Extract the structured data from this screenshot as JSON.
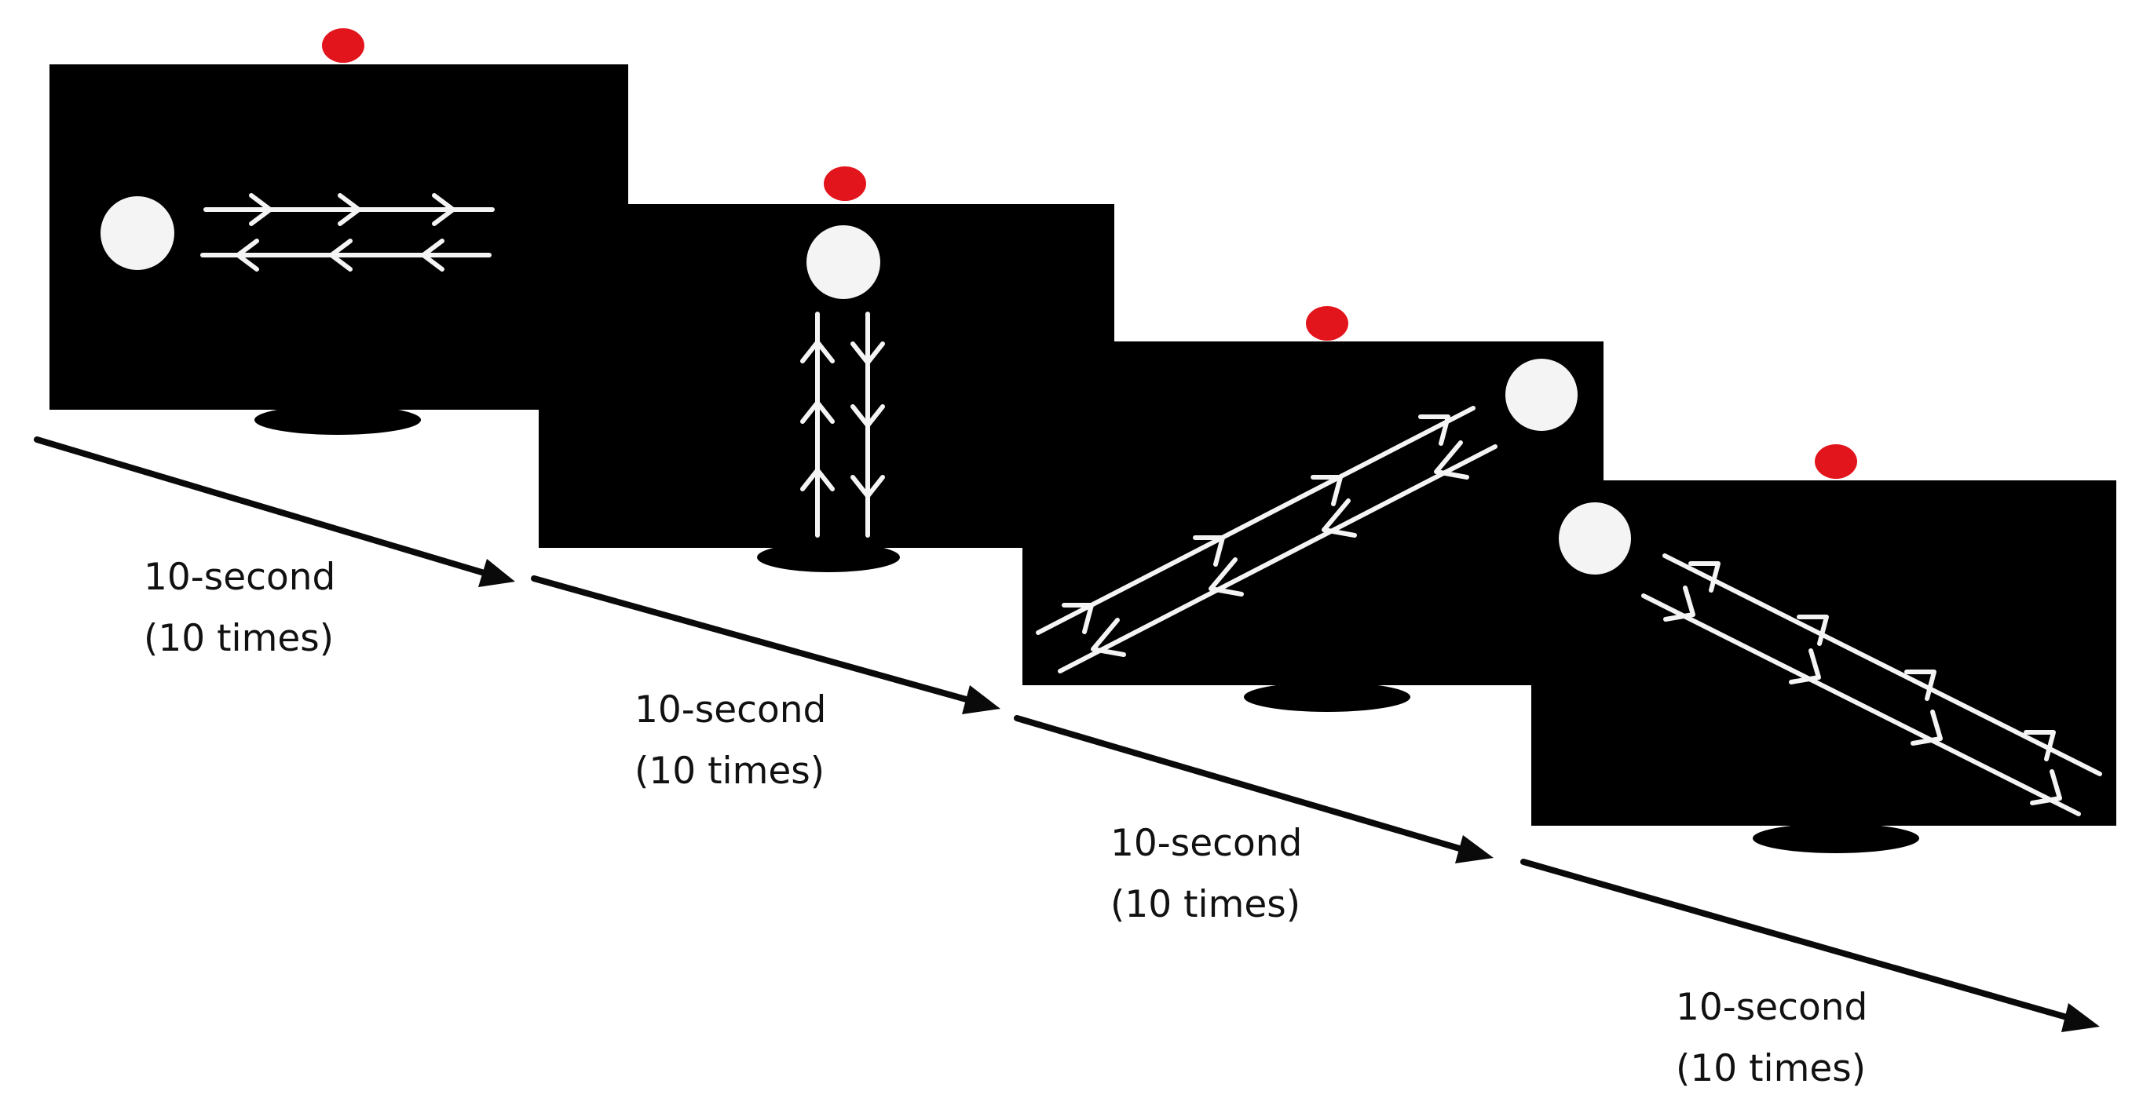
{
  "colors": {
    "background": "#ffffff",
    "screen": "#000000",
    "stimulus_circle": "#f4f4f4",
    "arrow_lines": "#f4f4f4",
    "marker_dot": "#e3151c",
    "timeline_arrow": "#0a0a0a"
  },
  "icons": {
    "marker": "red-dot-icon",
    "stimulus": "white-circle-icon",
    "motion": "double-line-arrows-icon"
  },
  "stages": [
    {
      "orientation": "horizontal",
      "duration_label": "10-second",
      "repeat_label": "(10 times)"
    },
    {
      "orientation": "vertical",
      "duration_label": "10-second",
      "repeat_label": "(10 times)"
    },
    {
      "orientation": "diagonal-up-right",
      "duration_label": "10-second",
      "repeat_label": "(10 times)"
    },
    {
      "orientation": "diagonal-down-right",
      "duration_label": "10-second",
      "repeat_label": "(10 times)"
    }
  ]
}
